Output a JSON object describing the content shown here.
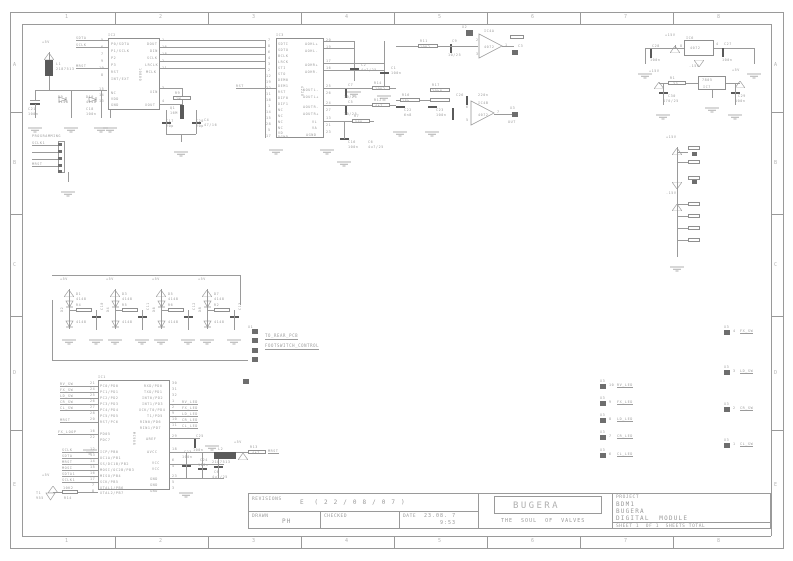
{
  "document": {
    "type": "electronic-schematic",
    "sheet_size": "A3-landscape",
    "zones_top": [
      "1",
      "2",
      "3",
      "4",
      "5",
      "6",
      "7",
      "8"
    ],
    "zones_bottom": [
      "1",
      "2",
      "3",
      "4",
      "5",
      "6",
      "7",
      "8"
    ],
    "zones_left": [
      "A",
      "B",
      "C",
      "D",
      "E"
    ],
    "zones_right": [
      "A",
      "B",
      "C",
      "D",
      "E"
    ]
  },
  "title_block": {
    "revisions_label": "REVISIONS",
    "revisions_value": "E  ( 2 2 / 0 8 / 0 7 )",
    "drawn_label": "DRAWN",
    "drawn_value": "PH",
    "checked_label": "CHECKED",
    "checked_value": "",
    "date_label": "DATE",
    "date_value": "23.08. 7",
    "time_value": "9:53",
    "logo_text": "BUGERA",
    "logo_tagline": "THE  SOUL  OF  VALVES",
    "project_label": "PROJECT",
    "project_line1": "BDM1",
    "project_line2": "BUGERA",
    "project_line3": "DIGITAL  MODULE",
    "sheet_text": "SHEET 1  OF 1  SHEETS TOTAL"
  },
  "nets": {
    "programming_header_label": "PROGRAMMING",
    "to_rear_pcb": "TO_REAR_PCB",
    "footswitch_control": "FOOTSWITCH_CONTROL"
  },
  "ic2": {
    "ref": "IC2",
    "part": "10800",
    "left_pins": [
      {
        "num": "5",
        "name": "P0/SDTA",
        "net": "SDTA"
      },
      {
        "num": "6",
        "name": "P1/SCLK",
        "net": "SCLK"
      },
      {
        "num": "7",
        "name": "P2",
        "net": ""
      },
      {
        "num": "9",
        "name": "P3",
        "net": ""
      },
      {
        "num": "10",
        "name": "RST",
        "net": "MRST"
      },
      {
        "num": "8",
        "name": "INT/EXT",
        "net": ""
      },
      {
        "num": "15",
        "name": "NC",
        "net": ""
      },
      {
        "num": "14",
        "name": "VDD",
        "net": ""
      },
      {
        "num": "13",
        "name": "GND",
        "net": ""
      }
    ],
    "right_pins": [
      {
        "num": "1",
        "name": "DOUT"
      },
      {
        "num": "16",
        "name": "DIN"
      },
      {
        "num": "18",
        "name": "SCLK"
      },
      {
        "num": "2",
        "name": "LRCLK"
      },
      {
        "num": "11",
        "name": "MCLK"
      },
      {
        "num": "3",
        "name": "XIN"
      },
      {
        "num": "4",
        "name": "XOUT"
      }
    ]
  },
  "ic3": {
    "ref": "IC3",
    "part": "4220",
    "left_pins": [
      {
        "num": "7",
        "name": "SDTI"
      },
      {
        "num": "8",
        "name": "SDTO"
      },
      {
        "num": "6",
        "name": "BCLK"
      },
      {
        "num": "4",
        "name": "LRCK"
      },
      {
        "num": "3",
        "name": "STI"
      },
      {
        "num": "2",
        "name": "STO"
      },
      {
        "num": "12",
        "name": "DEM0"
      },
      {
        "num": "19",
        "name": "DEM1"
      },
      {
        "num": "22",
        "name": "RST"
      },
      {
        "num": "11",
        "name": "DIF0"
      },
      {
        "num": "18",
        "name": "DIF1"
      },
      {
        "num": "1",
        "name": "NC"
      },
      {
        "num": "14",
        "name": "NC"
      },
      {
        "num": "15",
        "name": "NC"
      },
      {
        "num": "28",
        "name": "NC"
      },
      {
        "num": "5",
        "name": "VD"
      },
      {
        "num": "17",
        "name": "DGND"
      }
    ],
    "right_pins": [
      {
        "num": "20",
        "name": "AOHL+"
      },
      {
        "num": "19",
        "name": "AOHL-"
      },
      {
        "num": "17",
        "name": "AOHR+"
      },
      {
        "num": "16",
        "name": "AOHR-"
      },
      {
        "num": "25",
        "name": "AOUTL-"
      },
      {
        "num": "26",
        "name": "AOUTL+"
      },
      {
        "num": "24",
        "name": "AOUTR-"
      },
      {
        "num": "27",
        "name": "AOUTR+"
      },
      {
        "num": "13",
        "name": "VL"
      },
      {
        "num": "21",
        "name": "VA"
      },
      {
        "num": "23",
        "name": "AGND"
      }
    ]
  },
  "ic1": {
    "ref": "IC1",
    "part": "MC908",
    "left_pins": [
      {
        "num": "21",
        "name": "PC0/PD0",
        "net": "RV_SW"
      },
      {
        "num": "24",
        "name": "PC1/PD1",
        "net": "FX_SW"
      },
      {
        "num": "25",
        "name": "PC2/PD2",
        "net": "LD_SW"
      },
      {
        "num": "26",
        "name": "PC3/PD3",
        "net": "CR_SW"
      },
      {
        "num": "27",
        "name": "PC4/PD4",
        "net": "CL_SW"
      },
      {
        "num": "28",
        "name": "PC5/PD5",
        "net": ""
      },
      {
        "num": "20",
        "name": "RST/PC6",
        "net": "MRST"
      },
      {
        "num": "16",
        "name": "PD05",
        "net": "FX_LOOP"
      },
      {
        "num": "22",
        "name": "PDC7",
        "net": ""
      },
      {
        "num": "12",
        "name": "ICP/PB0",
        "net": "SCLK"
      },
      {
        "num": "13",
        "name": "OC1A/PB1",
        "net": "SDTA"
      },
      {
        "num": "14",
        "name": "SS/DC1B/PB2",
        "net": "MRST"
      },
      {
        "num": "15",
        "name": "MOSI/OC2B/PB3",
        "net": "MOSI"
      },
      {
        "num": "16",
        "name": "MISO/PB4",
        "net": "SDTA1"
      },
      {
        "num": "17",
        "name": "SCK/PB5",
        "net": "SCLK1"
      },
      {
        "num": "7",
        "name": "XTAL1/PB6",
        "net": ""
      },
      {
        "num": "8",
        "name": "XTAL2/PB7",
        "net": ""
      }
    ],
    "right_pins": [
      {
        "num": "30",
        "name": "RXD/PD0",
        "net": ""
      },
      {
        "num": "31",
        "name": "TXD/PD1",
        "net": ""
      },
      {
        "num": "32",
        "name": "INT0/PD2",
        "net": ""
      },
      {
        "num": "1",
        "name": "INT1/PD3",
        "net": "RV_LED"
      },
      {
        "num": "2",
        "name": "XCK/T0/PD4",
        "net": "FX_LED"
      },
      {
        "num": "9",
        "name": "T1/PD5",
        "net": "LD_LED"
      },
      {
        "num": "10",
        "name": "RIN0/PD6",
        "net": "CR_LED"
      },
      {
        "num": "11",
        "name": "RIN1/PD7",
        "net": "CL_LED"
      },
      {
        "num": "29",
        "name": "AREF",
        "net": ""
      },
      {
        "num": "18",
        "name": "AVCC",
        "net": ""
      },
      {
        "num": "6",
        "name": "VCC",
        "net": ""
      },
      {
        "num": "4",
        "name": "VCC",
        "net": ""
      },
      {
        "num": "23",
        "name": "GND",
        "net": ""
      },
      {
        "num": "5",
        "name": "GND",
        "net": ""
      },
      {
        "num": "3",
        "name": "GND",
        "net": ""
      }
    ]
  },
  "opamps": {
    "ic4a": {
      "ref": "IC4A",
      "part": "4072"
    },
    "ic4b": {
      "ref": "IC4B",
      "part": "4072"
    },
    "ic5": {
      "ref": "IC5",
      "part": "4072"
    }
  },
  "connectors": {
    "x2_label": "X2",
    "x1_label": "X1",
    "x3_label": "X3",
    "x3_left": [
      {
        "pin": "10",
        "label": "RV_LED"
      },
      {
        "pin": "9",
        "label": "FX_LED"
      },
      {
        "pin": "8",
        "label": "LD_LED"
      },
      {
        "pin": "7",
        "label": "CR_LED"
      },
      {
        "pin": "6",
        "label": "CL_LED"
      }
    ],
    "x3_right": [
      {
        "pin": "4",
        "label": "FX_SW"
      },
      {
        "pin": "3",
        "label": "LD_SW"
      },
      {
        "pin": "2",
        "label": "CR_SW"
      },
      {
        "pin": "1",
        "label": "CL_SW"
      }
    ]
  },
  "power_rails": {
    "p5v": "+5V",
    "p15v": "+15V",
    "n15v": "-15V",
    "p12v": "+12V"
  },
  "components": {
    "inductors": [
      {
        "ref": "L1",
        "value": "2187513"
      },
      {
        "ref": "L2",
        "value": "2187513"
      }
    ],
    "crystal": {
      "ref": "Q1",
      "value": "16M"
    },
    "regulators": [
      {
        "ref": "IC6",
        "value": "4072"
      },
      {
        "ref": "IC7",
        "value": "7805"
      }
    ],
    "diodes": [
      {
        "ref": "D1",
        "value": "4148"
      },
      {
        "ref": "D2",
        "value": "4148"
      },
      {
        "ref": "D3",
        "value": "4148"
      },
      {
        "ref": "D4",
        "value": "4148"
      },
      {
        "ref": "D5",
        "value": "4148"
      },
      {
        "ref": "D6",
        "value": "4148"
      },
      {
        "ref": "D7",
        "value": "4148"
      },
      {
        "ref": "D8",
        "value": "4148"
      },
      {
        "ref": "D9",
        "value": "4148"
      },
      {
        "ref": "D10",
        "value": "4148"
      }
    ],
    "resistors": [
      {
        "ref": "R1",
        "value": "33"
      },
      {
        "ref": "R2",
        "value": "1K"
      },
      {
        "ref": "R3",
        "value": "10K"
      },
      {
        "ref": "R4",
        "value": "10K"
      },
      {
        "ref": "R5",
        "value": "10K"
      },
      {
        "ref": "R6",
        "value": "10K"
      },
      {
        "ref": "R7",
        "value": "56K"
      },
      {
        "ref": "R9",
        "value": "1M"
      },
      {
        "ref": "R10",
        "value": "4.7K"
      },
      {
        "ref": "R11",
        "value": "10K2"
      },
      {
        "ref": "R12",
        "value": "4k7"
      },
      {
        "ref": "R13",
        "value": "4k7"
      },
      {
        "ref": "R14",
        "value": "10K2"
      },
      {
        "ref": "R15",
        "value": "1K8"
      },
      {
        "ref": "R16",
        "value": "18k"
      },
      {
        "ref": "R17",
        "value": "20k0"
      }
    ],
    "capacitors": [
      {
        "ref": "C1",
        "value": "100n"
      },
      {
        "ref": "C2",
        "value": "4u7/25"
      },
      {
        "ref": "C3",
        "value": "100n"
      },
      {
        "ref": "C4",
        "value": "47/16"
      },
      {
        "ref": "C5",
        "value": "10/25"
      },
      {
        "ref": "C6",
        "value": "4u7/25"
      },
      {
        "ref": "C7",
        "value": "10/25"
      },
      {
        "ref": "C8",
        "value": "100n"
      },
      {
        "ref": "C9",
        "value": "10/25"
      },
      {
        "ref": "C10",
        "value": "1n5"
      },
      {
        "ref": "C11",
        "value": "1n5"
      },
      {
        "ref": "C12",
        "value": "1n5"
      },
      {
        "ref": "C13",
        "value": "1n5"
      },
      {
        "ref": "C14",
        "value": "1n5"
      },
      {
        "ref": "C15",
        "value": "100n"
      },
      {
        "ref": "C16",
        "value": "100n"
      },
      {
        "ref": "C17",
        "value": "20p"
      },
      {
        "ref": "C18",
        "value": "100n"
      },
      {
        "ref": "C19",
        "value": "47p"
      },
      {
        "ref": "C20",
        "value": "20p"
      },
      {
        "ref": "C21",
        "value": "100n"
      },
      {
        "ref": "C22",
        "value": "6n8"
      },
      {
        "ref": "C23",
        "value": "100n"
      },
      {
        "ref": "C24",
        "value": "100n"
      },
      {
        "ref": "C25",
        "value": "100n"
      },
      {
        "ref": "C26",
        "value": "220n"
      },
      {
        "ref": "C27",
        "value": "100n"
      },
      {
        "ref": "C28",
        "value": "100n"
      },
      {
        "ref": "C29",
        "value": "100n"
      },
      {
        "ref": "C30",
        "value": "470/25"
      }
    ]
  }
}
